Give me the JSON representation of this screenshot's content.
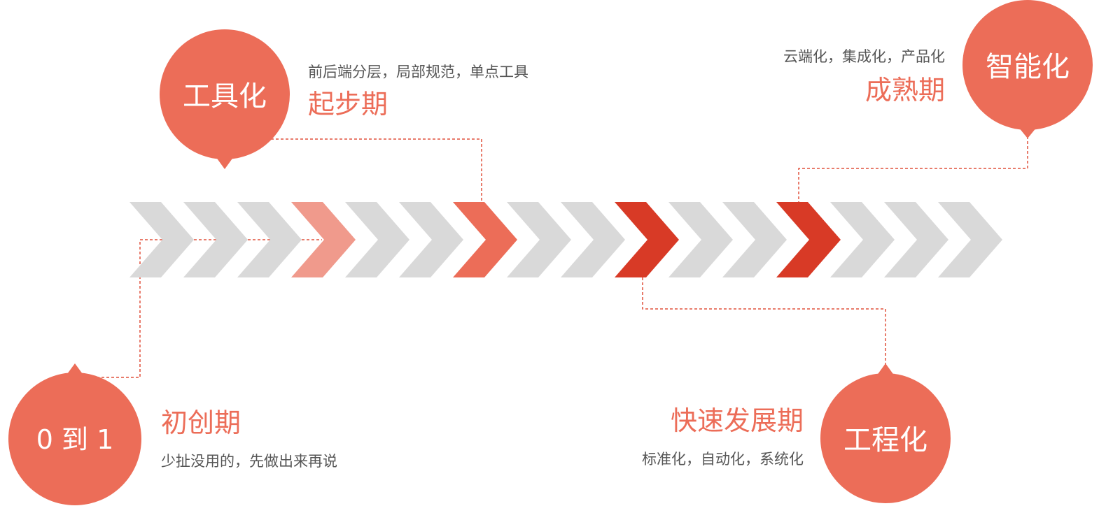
{
  "colors": {
    "circle": "#ec6d58",
    "title": "#ec6d58",
    "desc": "#555555",
    "connector": "#e0503c",
    "chevron_default": "#d9d9d9",
    "chevron_light": "#f09a8c",
    "chevron_mid": "#ec6d58",
    "chevron_dark": "#d83a26"
  },
  "chevrons": [
    {
      "tone": "default"
    },
    {
      "tone": "default"
    },
    {
      "tone": "default"
    },
    {
      "tone": "light"
    },
    {
      "tone": "default"
    },
    {
      "tone": "default"
    },
    {
      "tone": "mid"
    },
    {
      "tone": "default"
    },
    {
      "tone": "default"
    },
    {
      "tone": "dark"
    },
    {
      "tone": "default"
    },
    {
      "tone": "default"
    },
    {
      "tone": "dark"
    },
    {
      "tone": "default"
    },
    {
      "tone": "default"
    },
    {
      "tone": "default"
    }
  ],
  "stages": {
    "zero_to_one": {
      "circle_label": "0 到 1",
      "title": "初创期",
      "description": "少扯没用的，先做出来再说"
    },
    "tooling": {
      "circle_label": "工具化",
      "title": "起步期",
      "description": "前后端分层，局部规范，单点工具"
    },
    "engineering": {
      "circle_label": "工程化",
      "title": "快速发展期",
      "description": "标准化，自动化，系统化"
    },
    "intelligent": {
      "circle_label": "智能化",
      "title": "成熟期",
      "description": "云端化，集成化，产品化"
    }
  }
}
